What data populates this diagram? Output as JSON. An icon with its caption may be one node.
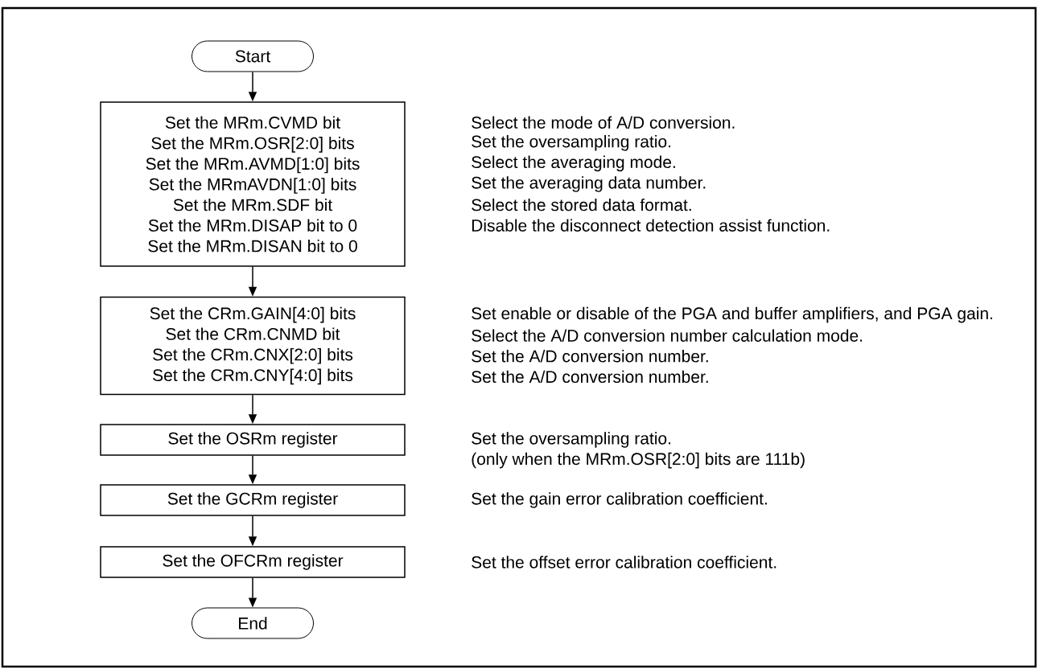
{
  "diagram": {
    "nodes": [
      {
        "text": [
          "Start"
        ]
      },
      {
        "text": [
          "Set the MRm.CVMD bit",
          "Set the MRm.OSR[2:0] bits",
          "Set the MRm.AVMD[1:0] bits",
          "Set the MRmAVDN[1:0] bits",
          "Set the MRm.SDF bit",
          "Set the MRm.DISAP bit to 0",
          "Set the MRm.DISAN bit to 0"
        ],
        "beside": [
          "Select the mode of A/D conversion.",
          "Set the oversampling ratio.",
          "Select the averaging mode.",
          "Set the averaging data number.",
          "Select the stored data format.",
          "Disable the disconnect detection assist function."
        ]
      },
      {
        "text": [
          "Set the CRm.GAIN[4:0] bits",
          "Set the CRm.CNMD bit",
          "Set the CRm.CNX[2:0] bits",
          "Set the CRm.CNY[4:0] bits"
        ],
        "beside": [
          "Set enable or disable of the PGA and buffer amplifiers, and PGA gain.",
          "Select the A/D conversion number calculation mode.",
          "Set the A/D conversion number.",
          "Set the A/D conversion number."
        ]
      },
      {
        "text": [
          "Set the OSRm register"
        ],
        "beside": [
          "Set the oversampling ratio.",
          "(only when the MRm.OSR[2:0] bits are 111b)"
        ]
      },
      {
        "text": [
          "Set the GCRm register"
        ],
        "beside": [
          "Set the gain error calibration coefficient."
        ]
      },
      {
        "text": [
          "Set the OFCRm register"
        ],
        "beside": [
          "Set the offset error calibration coefficient."
        ]
      },
      {
        "text": [
          "End"
        ]
      }
    ],
    "edges": [
      {
        "from": 0,
        "to": 1,
        "arrow": "to"
      },
      {
        "from": 1,
        "to": 2,
        "arrow": "to"
      },
      {
        "from": 2,
        "to": 3,
        "arrow": "to"
      },
      {
        "from": 3,
        "to": 4,
        "arrow": "to"
      },
      {
        "from": 4,
        "to": 5,
        "arrow": "to"
      },
      {
        "from": 5,
        "to": 6,
        "arrow": "to"
      }
    ]
  }
}
